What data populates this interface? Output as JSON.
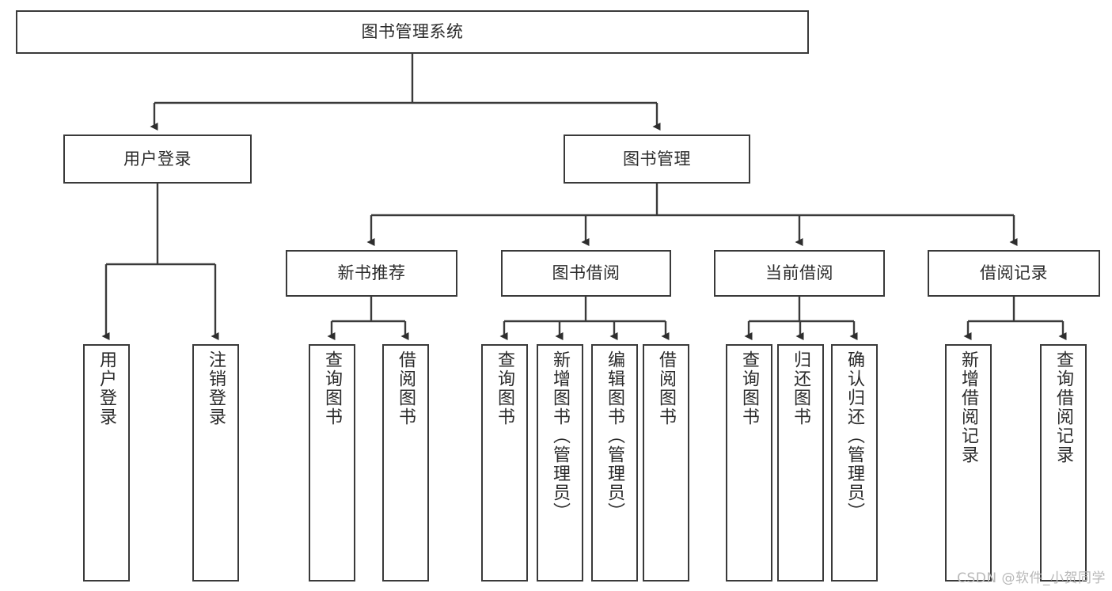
{
  "diagram": {
    "title": "图书管理系统",
    "type": "tree-hierarchy",
    "watermark": "CSDN @软件_小贺同学",
    "line_color": "#3a3a3a",
    "text_color": "#2b2b2b",
    "background_color": "#ffffff"
  },
  "nodes": {
    "root": {
      "label": "图书管理系统"
    },
    "level2": [
      {
        "label": "用户登录"
      },
      {
        "label": "图书管理"
      }
    ],
    "level3": [
      {
        "label": "新书推荐"
      },
      {
        "label": "图书借阅"
      },
      {
        "label": "当前借阅"
      },
      {
        "label": "借阅记录"
      }
    ],
    "leaves": {
      "user_login": [
        {
          "label": "用户登录"
        },
        {
          "label": "注销登录"
        }
      ],
      "new_book_recommend": [
        {
          "label": "查询图书"
        },
        {
          "label": "借阅图书"
        }
      ],
      "book_borrow": [
        {
          "label": "查询图书"
        },
        {
          "label": "新增图书（管理员）"
        },
        {
          "label": "编辑图书（管理员）"
        },
        {
          "label": "借阅图书"
        }
      ],
      "current_borrow": [
        {
          "label": "查询图书"
        },
        {
          "label": "归还图书"
        },
        {
          "label": "确认归还（管理员）"
        }
      ],
      "borrow_record": [
        {
          "label": "新增借阅记录"
        },
        {
          "label": "查询借阅记录"
        }
      ]
    }
  }
}
